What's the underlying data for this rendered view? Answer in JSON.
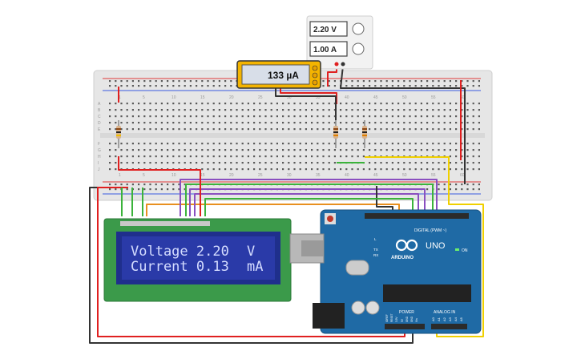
{
  "power_supply": {
    "voltage_readout": "2.20 V",
    "current_readout": "1.00 A"
  },
  "multimeter": {
    "readout": "133 µA"
  },
  "lcd": {
    "line1_left": "Voltage 2.20",
    "line1_unit": "V",
    "line2_left": "Current 0.13",
    "line2_unit": "mA"
  },
  "arduino": {
    "brand": "ARDUINO",
    "model": "UNO",
    "digital_label": "DIGITAL (PWM ~)",
    "analog_label": "ANALOG IN",
    "power_label": "POWER",
    "on_label": "ON",
    "tx_label": "TX",
    "rx_label": "RX",
    "l_label": "L",
    "analog_pins": [
      "A0",
      "A1",
      "A2",
      "A3",
      "A4",
      "A5"
    ],
    "power_pins": [
      "IOREF",
      "RESET",
      "3.3V",
      "5V",
      "GND",
      "GND",
      "Vin"
    ]
  },
  "breadboard": {
    "column_numbers": [
      "1",
      "5",
      "10",
      "15",
      "20",
      "25",
      "30",
      "35",
      "40",
      "45",
      "50",
      "55",
      "60"
    ],
    "row_letters_top": [
      "A",
      "B",
      "C",
      "D",
      "E"
    ],
    "row_letters_bottom": [
      "F",
      "G",
      "H",
      "I",
      "J"
    ]
  },
  "colors": {
    "wire_red": "#e02020",
    "wire_black": "#333333",
    "wire_green": "#3bb33b",
    "wire_purple": "#8a4fc0",
    "wire_yellow": "#f0d000",
    "wire_orange": "#e89020",
    "arduino_blue": "#1f6aa5",
    "lcd_green": "#3b9a4a",
    "lcd_screen": "#2a3aa8",
    "multimeter_body": "#f4b400"
  }
}
